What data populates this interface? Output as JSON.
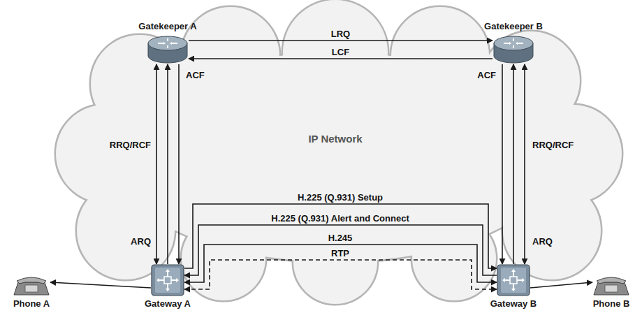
{
  "diagram": {
    "nodes": [
      {
        "text": [
          "Gatekeeper A"
        ]
      },
      {
        "text": [
          "Gatekeeper B"
        ]
      },
      {
        "text": [
          "Gateway A"
        ]
      },
      {
        "text": [
          "Gateway B"
        ]
      },
      {
        "text": [
          "Phone A"
        ]
      },
      {
        "text": [
          "Phone B"
        ]
      }
    ],
    "edges": [
      {
        "from": 0,
        "to": 1,
        "arrow": "to",
        "label": "LRQ"
      },
      {
        "from": 1,
        "to": 0,
        "arrow": "to",
        "label": "LCF"
      },
      {
        "from": 2,
        "to": 0,
        "arrow": "both",
        "label": "RRQ/RCF"
      },
      {
        "from": 2,
        "to": 0,
        "arrow": "to",
        "label": "ARQ"
      },
      {
        "from": 0,
        "to": 2,
        "arrow": "to",
        "label": "ACF"
      },
      {
        "from": 3,
        "to": 1,
        "arrow": "both",
        "label": "RRQ/RCF"
      },
      {
        "from": 3,
        "to": 1,
        "arrow": "to",
        "label": "ARQ"
      },
      {
        "from": 1,
        "to": 3,
        "arrow": "to",
        "label": "ACF"
      },
      {
        "from": 2,
        "to": 3,
        "arrow": "to",
        "label": "H.225 (Q.931) Setup"
      },
      {
        "from": 3,
        "to": 2,
        "arrow": "to",
        "label": "H.225 (Q.931) Alert and Connect"
      },
      {
        "from": 2,
        "to": 3,
        "arrow": "both",
        "label": "H.245"
      },
      {
        "from": 2,
        "to": 3,
        "arrow": "both",
        "label": "RTP"
      },
      {
        "from": 2,
        "to": 4,
        "arrow": "to"
      },
      {
        "from": 3,
        "to": 5,
        "arrow": "to"
      }
    ],
    "labels": [
      "IP Network"
    ]
  }
}
